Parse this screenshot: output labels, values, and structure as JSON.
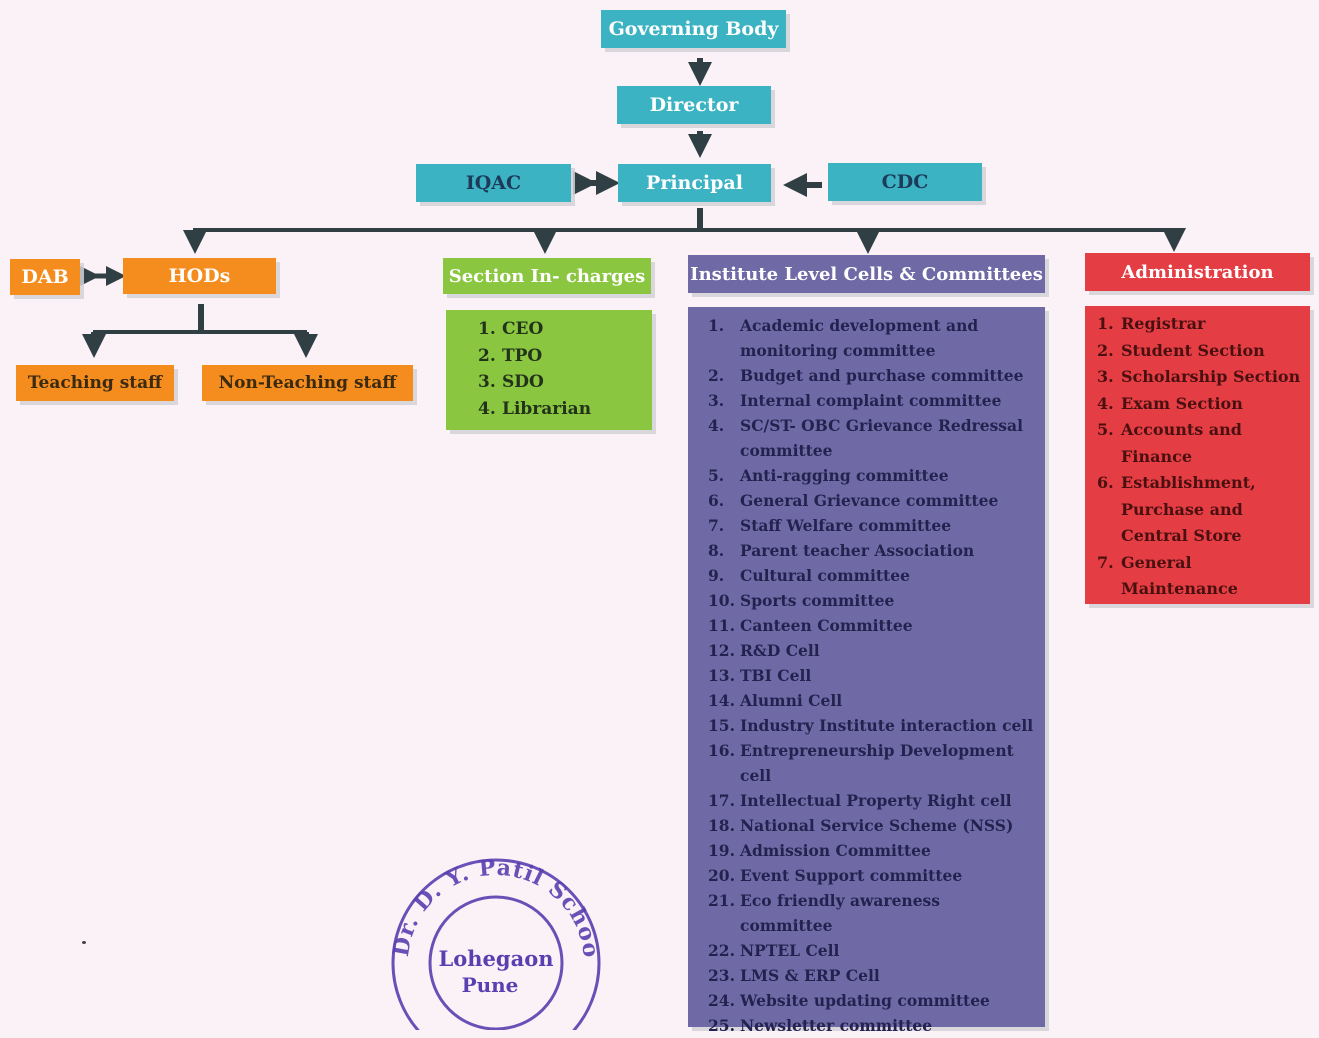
{
  "chart": {
    "governing_body": "Governing Body",
    "director": "Director",
    "iqac": "IQAC",
    "principal": "Principal",
    "cdc": "CDC",
    "dab": "DAB",
    "hods": "HODs",
    "teaching_staff": "Teaching staff",
    "non_teaching_staff": "Non-Teaching staff",
    "section_incharges": {
      "title": "Section In- charges",
      "items": [
        {
          "num": "1.",
          "text": "CEO"
        },
        {
          "num": "2.",
          "text": "TPO"
        },
        {
          "num": "3.",
          "text": "SDO"
        },
        {
          "num": "4.",
          "text": "Librarian"
        }
      ]
    },
    "cells_committees": {
      "title": "Institute Level Cells & Committees",
      "items": [
        {
          "num": "1.",
          "text": "Academic development and monitoring committee"
        },
        {
          "num": "2.",
          "text": "Budget and purchase committee"
        },
        {
          "num": "3.",
          "text": "Internal complaint committee"
        },
        {
          "num": "4.",
          "text": "SC/ST- OBC Grievance Redressal committee"
        },
        {
          "num": "5.",
          "text": "Anti-ragging committee"
        },
        {
          "num": "6.",
          "text": "General Grievance committee"
        },
        {
          "num": "7.",
          "text": "Staff Welfare committee"
        },
        {
          "num": "8.",
          "text": "Parent teacher Association"
        },
        {
          "num": "9.",
          "text": "Cultural committee"
        },
        {
          "num": "10.",
          "text": "Sports committee"
        },
        {
          "num": "11.",
          "text": "Canteen Committee"
        },
        {
          "num": "12.",
          "text": "R&D Cell"
        },
        {
          "num": "13.",
          "text": "TBI Cell"
        },
        {
          "num": "14.",
          "text": "Alumni Cell"
        },
        {
          "num": "15.",
          "text": "Industry Institute interaction cell"
        },
        {
          "num": "16.",
          "text": "Entrepreneurship Development cell"
        },
        {
          "num": "17.",
          "text": "Intellectual Property Right cell"
        },
        {
          "num": "18.",
          "text": "National Service Scheme (NSS)"
        },
        {
          "num": "19.",
          "text": "Admission Committee"
        },
        {
          "num": "20.",
          "text": "Event Support committee"
        },
        {
          "num": "21.",
          "text": "Eco friendly awareness committee"
        },
        {
          "num": "22.",
          "text": "NPTEL Cell"
        },
        {
          "num": "23.",
          "text": "LMS & ERP Cell"
        },
        {
          "num": "24.",
          "text": "Website updating committee"
        },
        {
          "num": "25.",
          "text": "Newsletter committee"
        }
      ]
    },
    "administration": {
      "title": "Administration",
      "items": [
        {
          "num": "1.",
          "text": "Registrar"
        },
        {
          "num": "2.",
          "text": "Student Section"
        },
        {
          "num": "3.",
          "text": "Scholarship Section"
        },
        {
          "num": "4.",
          "text": "Exam Section"
        },
        {
          "num": "5.",
          "text": "Accounts and Finance"
        },
        {
          "num": "6.",
          "text": "Establishment, Purchase and Central Store"
        },
        {
          "num": "7.",
          "text": "General Maintenance"
        }
      ]
    }
  },
  "stamp": {
    "ring_text": "Dr. D. Y. Patil School of Engineering",
    "center_line1": "Lohegaon",
    "center_line2": "Pune"
  },
  "colors": {
    "teal": "#3bb3c3",
    "orange": "#f58c1e",
    "green": "#8bc641",
    "purple": "#6f6aa6",
    "red": "#e43d44",
    "connector": "#2f3f44",
    "stamp": "#5a3fb0"
  }
}
